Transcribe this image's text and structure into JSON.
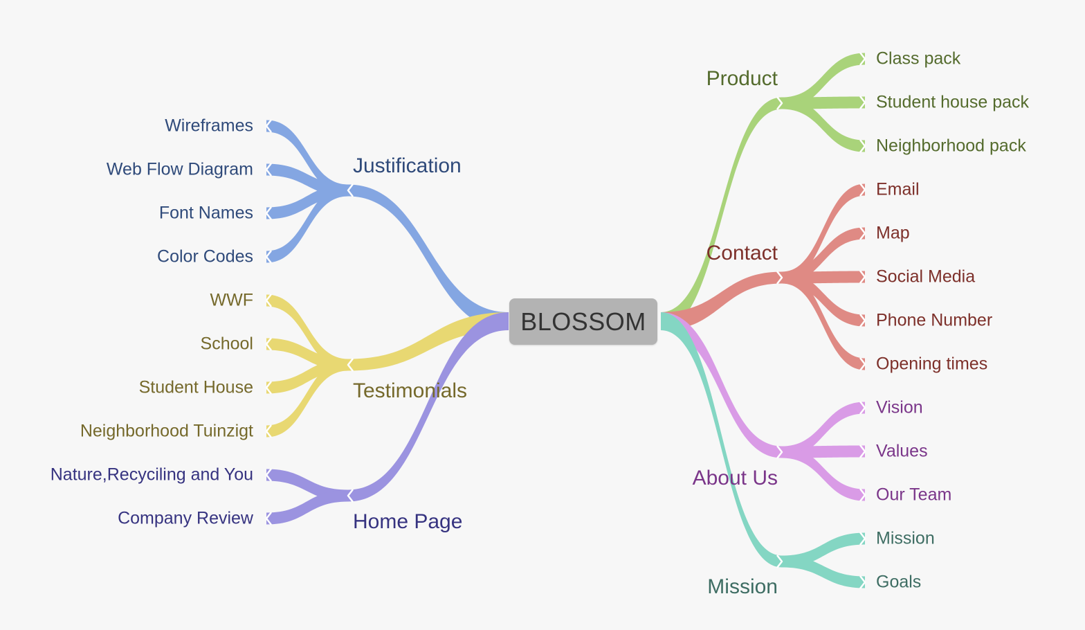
{
  "root": {
    "label": "BLOSSOM"
  },
  "branches": [
    {
      "id": "product",
      "label": "Product",
      "side": "right",
      "line_color": "#a9d37a",
      "text_color": "#546b2d",
      "children": [
        "Class pack",
        "Student house pack",
        "Neighborhood pack"
      ]
    },
    {
      "id": "contact",
      "label": "Contact",
      "side": "right",
      "line_color": "#df8a84",
      "text_color": "#7d302a",
      "children": [
        "Email",
        "Map",
        "Social Media",
        "Phone Number",
        "Opening times"
      ]
    },
    {
      "id": "about-us",
      "label": "About Us",
      "side": "right",
      "line_color": "#d99be6",
      "text_color": "#7a3589",
      "children": [
        "Vision",
        "Values",
        "Our Team"
      ]
    },
    {
      "id": "mission",
      "label": "Mission",
      "side": "right",
      "line_color": "#84d6c3",
      "text_color": "#3e6d63",
      "children": [
        "Mission",
        "Goals"
      ]
    },
    {
      "id": "justification",
      "label": "Justification",
      "side": "left",
      "line_color": "#84a6e2",
      "text_color": "#2f4a7a",
      "children": [
        "Wireframes",
        "Web Flow Diagram",
        "Font Names",
        "Color Codes"
      ]
    },
    {
      "id": "testimonials",
      "label": "Testimonials",
      "side": "left",
      "line_color": "#e8d872",
      "text_color": "#75692b",
      "children": [
        "WWF",
        "School",
        "Student House",
        "Neighborhood Tuinzigt"
      ]
    },
    {
      "id": "home-page",
      "label": "Home Page",
      "side": "left",
      "line_color": "#9b93e0",
      "text_color": "#363380",
      "children": [
        "Nature,Recyciling and You",
        "Company Review"
      ]
    }
  ]
}
